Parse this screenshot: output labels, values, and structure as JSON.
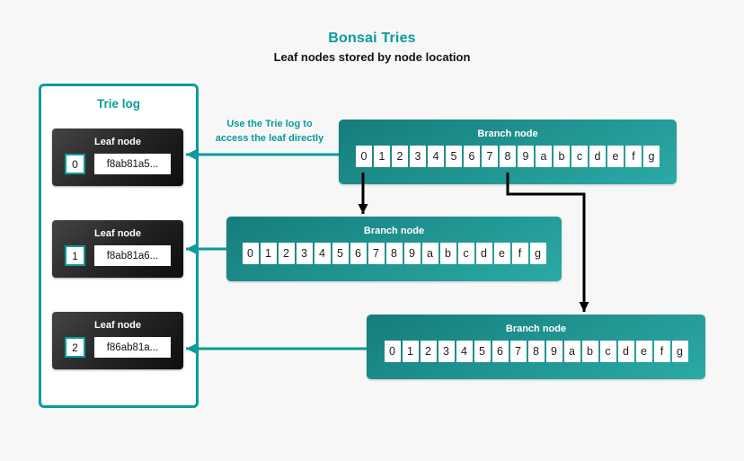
{
  "header": {
    "title": "Bonsai Tries",
    "subtitle": "Leaf nodes stored by node location"
  },
  "annotation": {
    "line1": "Use the Trie log to",
    "line2": "access the leaf directly"
  },
  "trie_log": {
    "title": "Trie log",
    "leaves": [
      {
        "title": "Leaf node",
        "index": "0",
        "hash": "f8ab81a5..."
      },
      {
        "title": "Leaf node",
        "index": "1",
        "hash": "f8ab81a6..."
      },
      {
        "title": "Leaf node",
        "index": "2",
        "hash": "f86ab81a..."
      }
    ]
  },
  "branches": [
    {
      "title": "Branch node",
      "cells": [
        "0",
        "1",
        "2",
        "3",
        "4",
        "5",
        "6",
        "7",
        "8",
        "9",
        "a",
        "b",
        "c",
        "d",
        "e",
        "f",
        "g"
      ]
    },
    {
      "title": "Branch node",
      "cells": [
        "0",
        "1",
        "2",
        "3",
        "4",
        "5",
        "6",
        "7",
        "8",
        "9",
        "a",
        "b",
        "c",
        "d",
        "e",
        "f",
        "g"
      ]
    },
    {
      "title": "Branch node",
      "cells": [
        "0",
        "1",
        "2",
        "3",
        "4",
        "5",
        "6",
        "7",
        "8",
        "9",
        "a",
        "b",
        "c",
        "d",
        "e",
        "f",
        "g"
      ]
    }
  ],
  "colors": {
    "accent": "#0a9b9c",
    "background": "#f7f7f7",
    "branch_gradient_start": "#157d7c",
    "branch_gradient_end": "#2baaa5",
    "leaf_gradient_start": "#444444",
    "leaf_gradient_end": "#0d0d0d",
    "arrow_black": "#000000"
  }
}
